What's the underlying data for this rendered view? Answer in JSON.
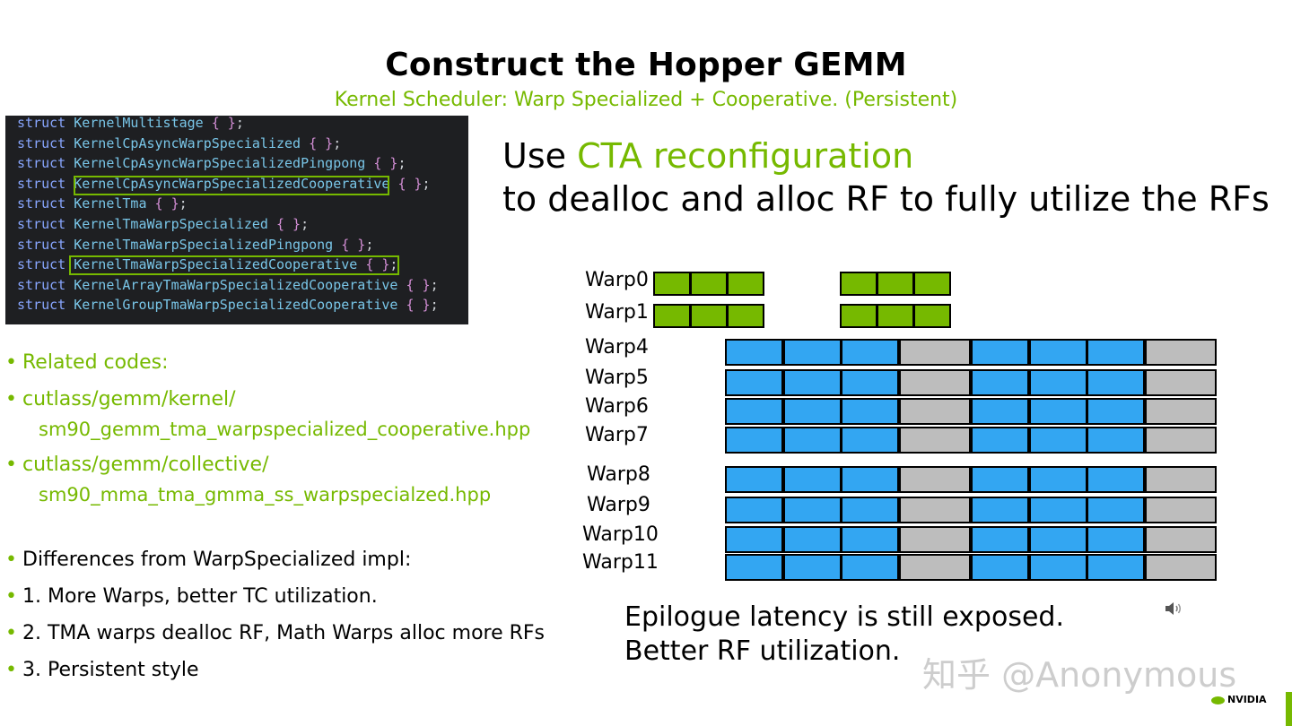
{
  "slide": {
    "title": "Construct the Hopper GEMM",
    "subtitle": "Kernel Scheduler: Warp Specialized + Cooperative. (Persistent)"
  },
  "code": {
    "keyword": "struct",
    "lines": [
      "KernelMultistage",
      "KernelCpAsyncWarpSpecialized",
      "KernelCpAsyncWarpSpecializedPingpong",
      "KernelCpAsyncWarpSpecializedCooperative",
      "KernelTma",
      "KernelTmaWarpSpecialized",
      "KernelTmaWarpSpecializedPingpong",
      "KernelTmaWarpSpecializedCooperative",
      "KernelArrayTmaWarpSpecializedCooperative",
      "KernelGroupTmaWarpSpecializedCooperative"
    ],
    "highlighted": [
      "KernelCpAsyncWarpSpecializedCooperative",
      "KernelTmaWarpSpecializedCooperative"
    ],
    "highlight_color": "#76b900"
  },
  "bullets": {
    "related": "Related codes:",
    "path1": "cutlass/gemm/kernel/",
    "file1": "sm90_gemm_tma_warpspecialized_cooperative.hpp",
    "path2": "cutlass/gemm/collective/",
    "file2": "sm90_mma_tma_gmma_ss_warpspecialzed.hpp",
    "diff_head": "Differences from WarpSpecialized impl:",
    "diff1": "1. More Warps, better TC utilization.",
    "diff2": "2. TMA warps dealloc RF, Math Warps alloc more RFs",
    "diff3": "3. Persistent style"
  },
  "headline": {
    "prefix": "Use ",
    "accent": "CTA reconfiguration",
    "line2": "to dealloc and alloc RF to fully utilize the RFs"
  },
  "diagram": {
    "warps": [
      "Warp0",
      "Warp1",
      "Warp4",
      "Warp5",
      "Warp6",
      "Warp7",
      "Warp8",
      "Warp9",
      "Warp10",
      "Warp11"
    ],
    "colors": {
      "tma": "#76b900",
      "math": "#33a6f2",
      "epilogue": "#bdbdbd"
    }
  },
  "epilogue": {
    "line1": "Epilogue latency is still exposed.",
    "line2": "Better RF utilization."
  },
  "watermark": "知乎 @Anonymous",
  "logo": "NVIDIA",
  "colors": {
    "accent": "#76b900",
    "code_bg": "#1e1f22"
  }
}
